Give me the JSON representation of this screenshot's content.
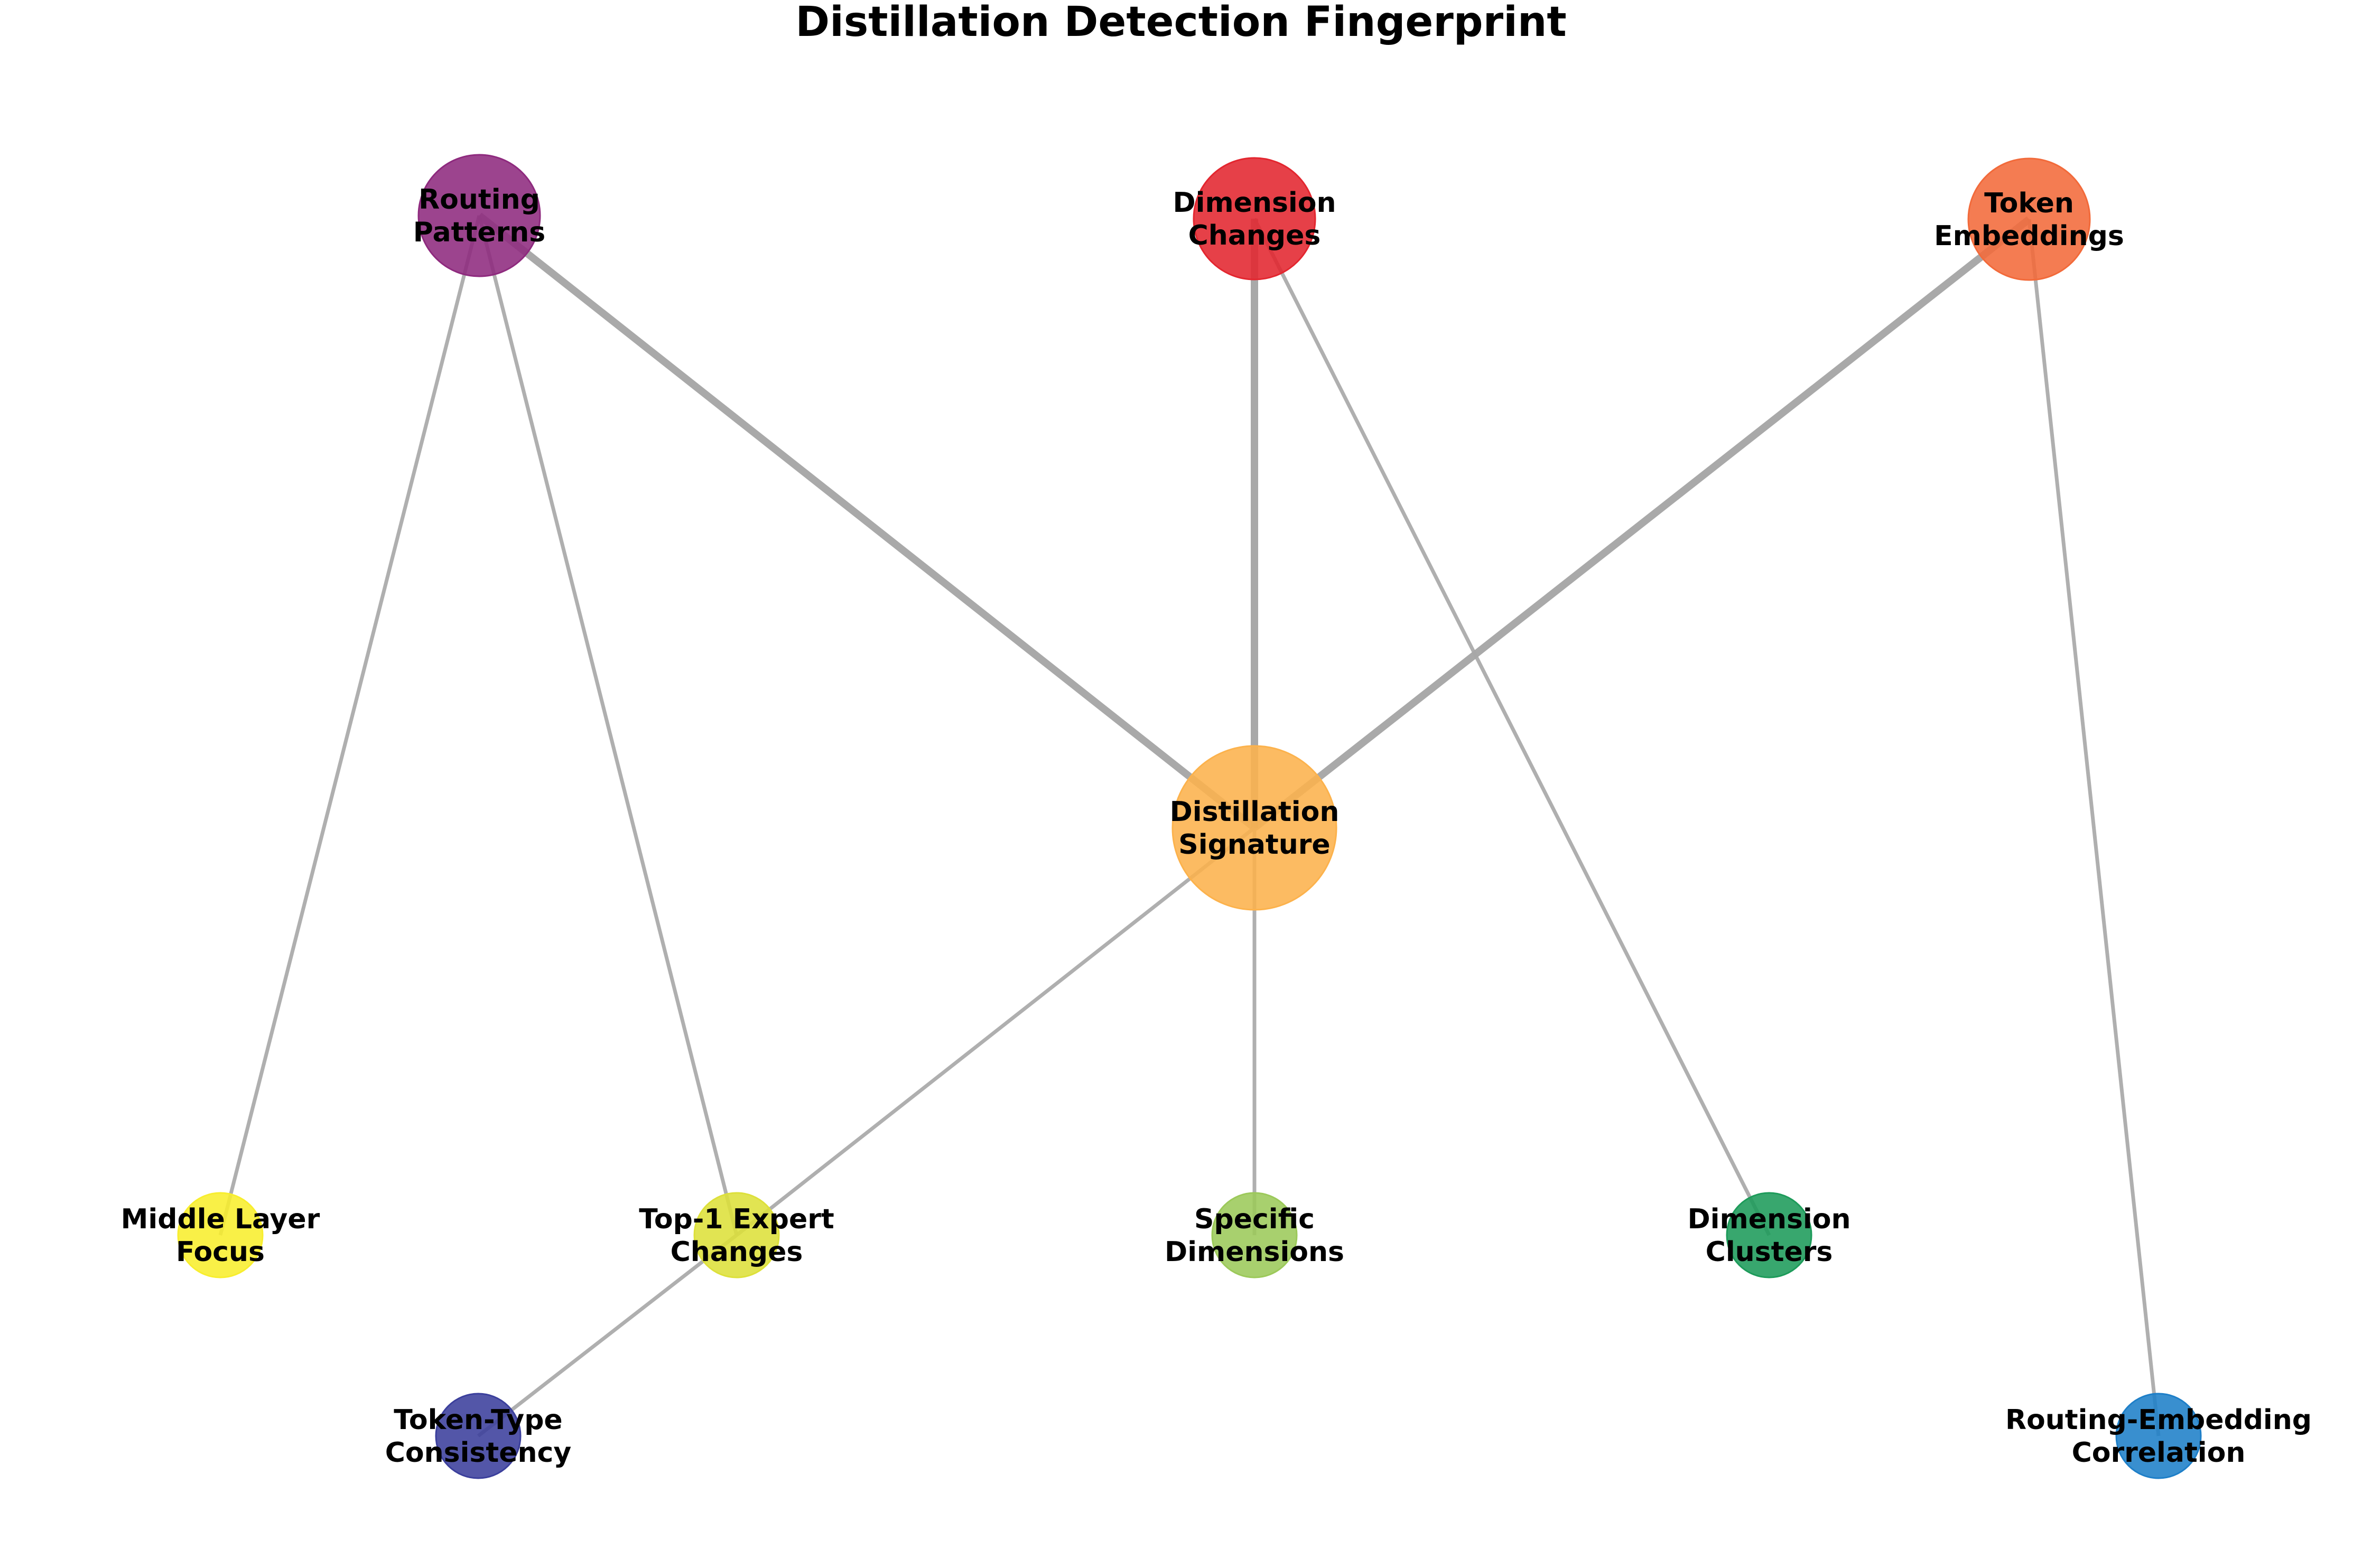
{
  "title": "Distillation Detection Fingerprint",
  "colors": {
    "edge": "#a6a6a6",
    "edge_strong": "#9a9a9a",
    "background": "#ffffff"
  },
  "nodes": [
    {
      "id": "routing-patterns",
      "lines": [
        "Routing",
        "Patterns"
      ],
      "color": "#8e2a7e",
      "tier": "primary"
    },
    {
      "id": "dimension-changes",
      "lines": [
        "Dimension",
        "Changes"
      ],
      "color": "#e3262f",
      "tier": "primary"
    },
    {
      "id": "token-embeddings",
      "lines": [
        "Token",
        "Embeddings"
      ],
      "color": "#f26a3a",
      "tier": "primary"
    },
    {
      "id": "distillation-signature",
      "lines": [
        "Distillation",
        "Signature"
      ],
      "color": "#fcb24c",
      "tier": "central"
    },
    {
      "id": "middle-layer-focus",
      "lines": [
        "Middle Layer",
        "Focus"
      ],
      "color": "#f8ee2e",
      "tier": "secondary"
    },
    {
      "id": "top1-expert-changes",
      "lines": [
        "Top-1 Expert",
        "Changes"
      ],
      "color": "#dde03a",
      "tier": "secondary"
    },
    {
      "id": "specific-dimensions",
      "lines": [
        "Specific",
        "Dimensions"
      ],
      "color": "#9cc95a",
      "tier": "secondary"
    },
    {
      "id": "dimension-clusters",
      "lines": [
        "Dimension",
        "Clusters"
      ],
      "color": "#1d9b5a",
      "tier": "secondary"
    },
    {
      "id": "token-type-consistency",
      "lines": [
        "Token-Type",
        "Consistency"
      ],
      "color": "#3b3f9c",
      "tier": "secondary"
    },
    {
      "id": "routing-embedding-correlation",
      "lines": [
        "Routing-Embedding",
        "Correlation"
      ],
      "color": "#1e7fc8",
      "tier": "secondary"
    }
  ],
  "edges": [
    {
      "from": "routing-patterns",
      "to": "distillation-signature",
      "strength": "strong"
    },
    {
      "from": "dimension-changes",
      "to": "distillation-signature",
      "strength": "strong"
    },
    {
      "from": "token-embeddings",
      "to": "distillation-signature",
      "strength": "strong"
    },
    {
      "from": "routing-patterns",
      "to": "middle-layer-focus",
      "strength": "normal"
    },
    {
      "from": "routing-patterns",
      "to": "top1-expert-changes",
      "strength": "normal"
    },
    {
      "from": "dimension-changes",
      "to": "dimension-clusters",
      "strength": "normal"
    },
    {
      "from": "token-embeddings",
      "to": "routing-embedding-correlation",
      "strength": "normal"
    },
    {
      "from": "distillation-signature",
      "to": "top1-expert-changes",
      "strength": "normal"
    },
    {
      "from": "distillation-signature",
      "to": "specific-dimensions",
      "strength": "normal"
    },
    {
      "from": "top1-expert-changes",
      "to": "token-type-consistency",
      "strength": "normal"
    }
  ]
}
